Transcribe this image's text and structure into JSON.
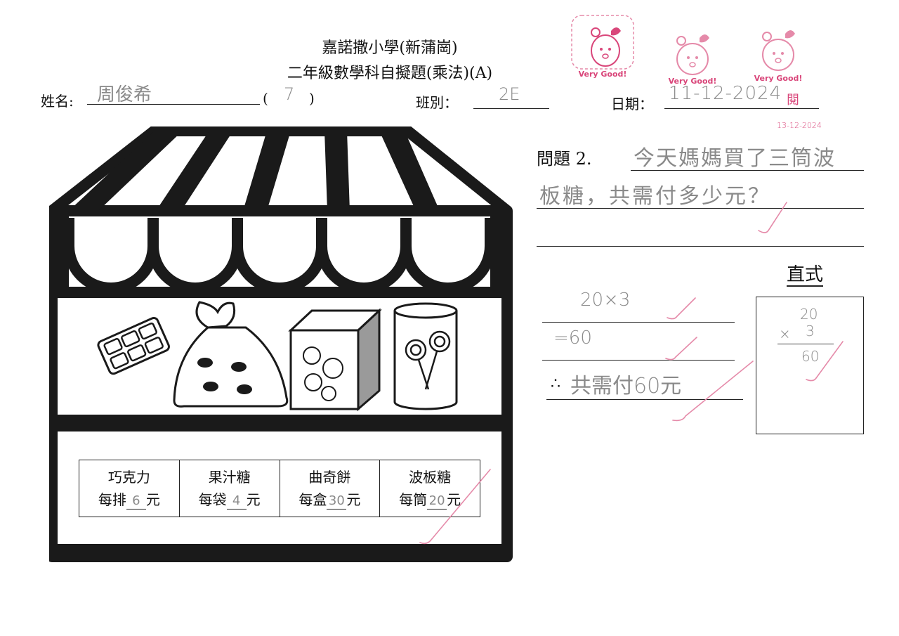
{
  "header": {
    "school": "嘉諾撒小學(新蒲崗)",
    "subtitle": "二年級數學科自擬題(乘法)(A)"
  },
  "fields": {
    "name_label": "姓名:",
    "name_value": "周俊希",
    "number_open": "(",
    "number_value": "7",
    "number_close": ")",
    "class_label": "班別：",
    "class_value": "2E",
    "date_label": "日期：",
    "date_value": "11-12-2024",
    "reviewed_mark": "閱",
    "reviewed_date": "13-12-2024"
  },
  "stamps": [
    {
      "text": "Very Good!"
    },
    {
      "text": "Very Good!"
    },
    {
      "text": "Very Good!"
    }
  ],
  "question": {
    "label": "問題 2.",
    "line1": "今天媽媽買了三筒波",
    "line2": "板糖，共需付多少元？"
  },
  "vertical_title": "直式",
  "working": {
    "line1": "20×3",
    "line2": "=60",
    "line3_prefix": "∴",
    "line3": "共需付60元"
  },
  "vertical_calc": {
    "top": "20",
    "op": "×",
    "bottom": "3",
    "result": "60"
  },
  "prices": [
    {
      "item": "巧克力",
      "unit_pre": "每排",
      "price": "6",
      "unit_post": "元"
    },
    {
      "item": "果汁糖",
      "unit_pre": "每袋",
      "price": "4",
      "unit_post": "元"
    },
    {
      "item": "曲奇餅",
      "unit_pre": "每盒",
      "price": "30",
      "unit_post": "元"
    },
    {
      "item": "波板糖",
      "unit_pre": "每筒",
      "price": "20",
      "unit_post": "元"
    }
  ],
  "colors": {
    "ink": "#111111",
    "pencil": "#8a8a8a",
    "teacher_pink": "#d9467a"
  }
}
